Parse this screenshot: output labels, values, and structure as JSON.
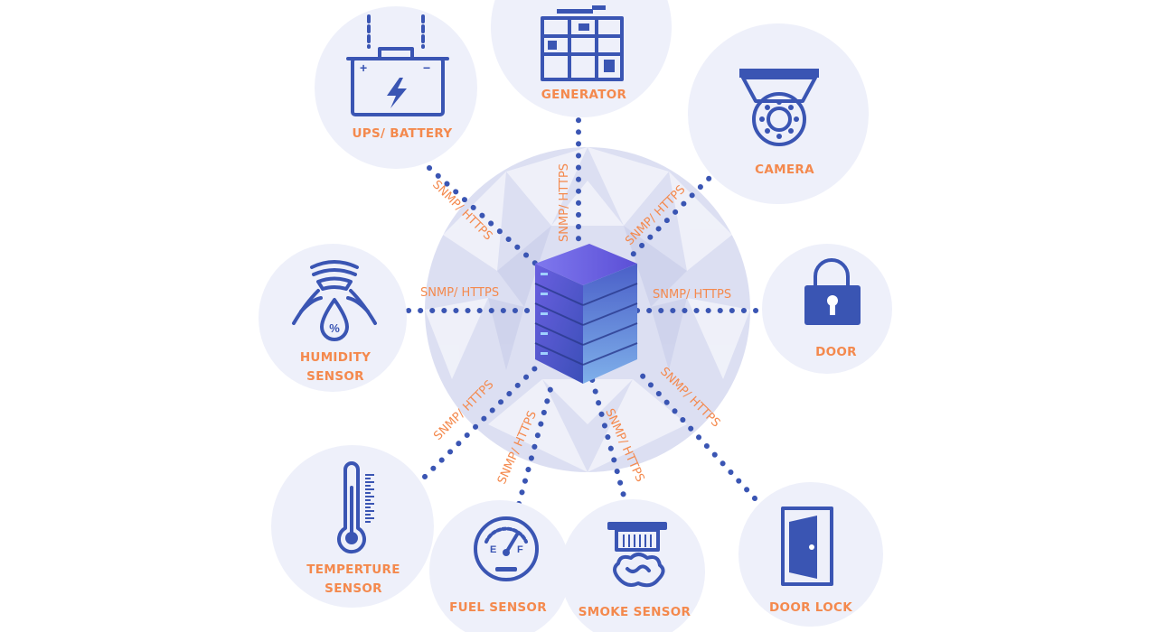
{
  "diagram": {
    "hub": {
      "icon": "server-rack-icon"
    },
    "protocol": "SNMP/ HTTPS",
    "nodes": [
      {
        "id": "ups",
        "label": "UPS/ BATTERY",
        "icon": "battery-icon"
      },
      {
        "id": "generator",
        "label": "GENERATOR",
        "icon": "generator-icon"
      },
      {
        "id": "camera",
        "label": "CAMERA",
        "icon": "camera-icon"
      },
      {
        "id": "humidity",
        "label": [
          "HUMIDITY",
          "SENSOR"
        ],
        "icon": "humidity-sensor-icon"
      },
      {
        "id": "door",
        "label": "DOOR",
        "icon": "padlock-icon"
      },
      {
        "id": "temperature",
        "label": [
          "TEMPERTURE",
          "SENSOR"
        ],
        "icon": "thermometer-icon"
      },
      {
        "id": "fuel",
        "label": "FUEL SENSOR",
        "icon": "fuel-gauge-icon"
      },
      {
        "id": "smoke",
        "label": "SMOKE SENSOR",
        "icon": "smoke-detector-icon"
      },
      {
        "id": "doorlock",
        "label": "DOOR LOCK",
        "icon": "door-icon"
      }
    ],
    "colors": {
      "accent_text": "#f4894d",
      "icon_blue": "#3a55b3",
      "circle_bg": "#eef0fa",
      "hub_bg": "#dcdff2",
      "link_dots": "#3a55b3"
    }
  }
}
